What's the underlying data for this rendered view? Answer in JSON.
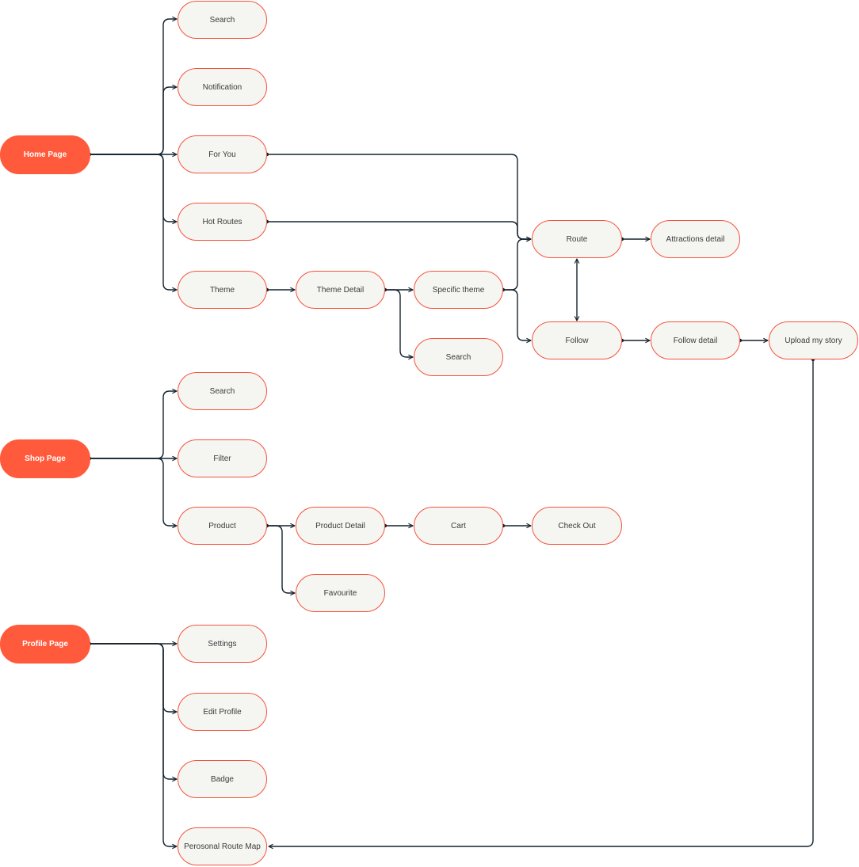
{
  "colors": {
    "root_fill": "#ff5a3c",
    "node_fill": "#f5f5f2",
    "node_border": "#f5533d",
    "edge": "#14232e"
  },
  "roots": {
    "home": "Home Page",
    "shop": "Shop Page",
    "profile": "Profile Page"
  },
  "home": {
    "search": "Search",
    "notification": "Notification",
    "for_you": "For You",
    "hot_routes": "Hot Routes",
    "theme": "Theme",
    "theme_detail": "Theme Detail",
    "specific_theme": "Specific theme",
    "theme_search": "Search",
    "route": "Route",
    "attractions_detail": "Attractions detail",
    "follow": "Follow",
    "follow_detail": "Follow detail",
    "upload_story": "Upload my story"
  },
  "shop": {
    "search": "Search",
    "filter": "Filter",
    "product": "Product",
    "product_detail": "Product Detail",
    "cart": "Cart",
    "check_out": "Check Out",
    "favourite": "Favourite"
  },
  "profile": {
    "settings": "Settings",
    "edit_profile": "Edit Profile",
    "badge": "Badge",
    "personal_route_map": "Perosonal Route Map"
  },
  "edges": [
    {
      "from": "home",
      "to": "search1"
    },
    {
      "from": "home",
      "to": "notif"
    },
    {
      "from": "home",
      "to": "foryou"
    },
    {
      "from": "home",
      "to": "hot"
    },
    {
      "from": "home",
      "to": "theme"
    },
    {
      "from": "theme",
      "to": "themed"
    },
    {
      "from": "themed",
      "to": "spec"
    },
    {
      "from": "themed",
      "to": "search2"
    },
    {
      "from": "foryou",
      "to": "route"
    },
    {
      "from": "hot",
      "to": "route"
    },
    {
      "from": "spec",
      "to": "route"
    },
    {
      "from": "spec",
      "to": "follow"
    },
    {
      "from": "route",
      "to": "attr"
    },
    {
      "from": "route",
      "to": "follow",
      "bidirectional": true
    },
    {
      "from": "follow",
      "to": "followd"
    },
    {
      "from": "followd",
      "to": "upload"
    },
    {
      "from": "upload",
      "to": "map"
    },
    {
      "from": "shop",
      "to": "search3"
    },
    {
      "from": "shop",
      "to": "filter"
    },
    {
      "from": "shop",
      "to": "product"
    },
    {
      "from": "product",
      "to": "prodd"
    },
    {
      "from": "product",
      "to": "fav"
    },
    {
      "from": "prodd",
      "to": "cart"
    },
    {
      "from": "cart",
      "to": "checkout"
    },
    {
      "from": "profile",
      "to": "settings"
    },
    {
      "from": "profile",
      "to": "edit"
    },
    {
      "from": "profile",
      "to": "badge"
    },
    {
      "from": "profile",
      "to": "map"
    }
  ]
}
